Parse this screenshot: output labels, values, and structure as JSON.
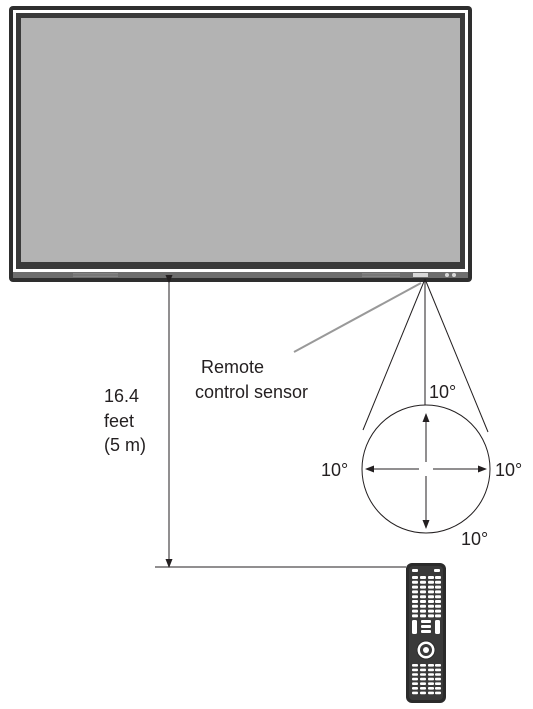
{
  "sensor_label": {
    "line1": "Remote",
    "line2": "control sensor"
  },
  "distance_label": {
    "line1": "16.4",
    "line2": "feet",
    "line3": "(5 m)"
  },
  "angles": {
    "top": "10°",
    "left": "10°",
    "right": "10°",
    "bottom": "10°"
  },
  "colors": {
    "screen": "#b3b3b3",
    "bezel": "#333333",
    "line": "#231f20"
  },
  "icons": [
    "display-monitor-icon",
    "remote-control-icon",
    "range-circle-icon"
  ]
}
